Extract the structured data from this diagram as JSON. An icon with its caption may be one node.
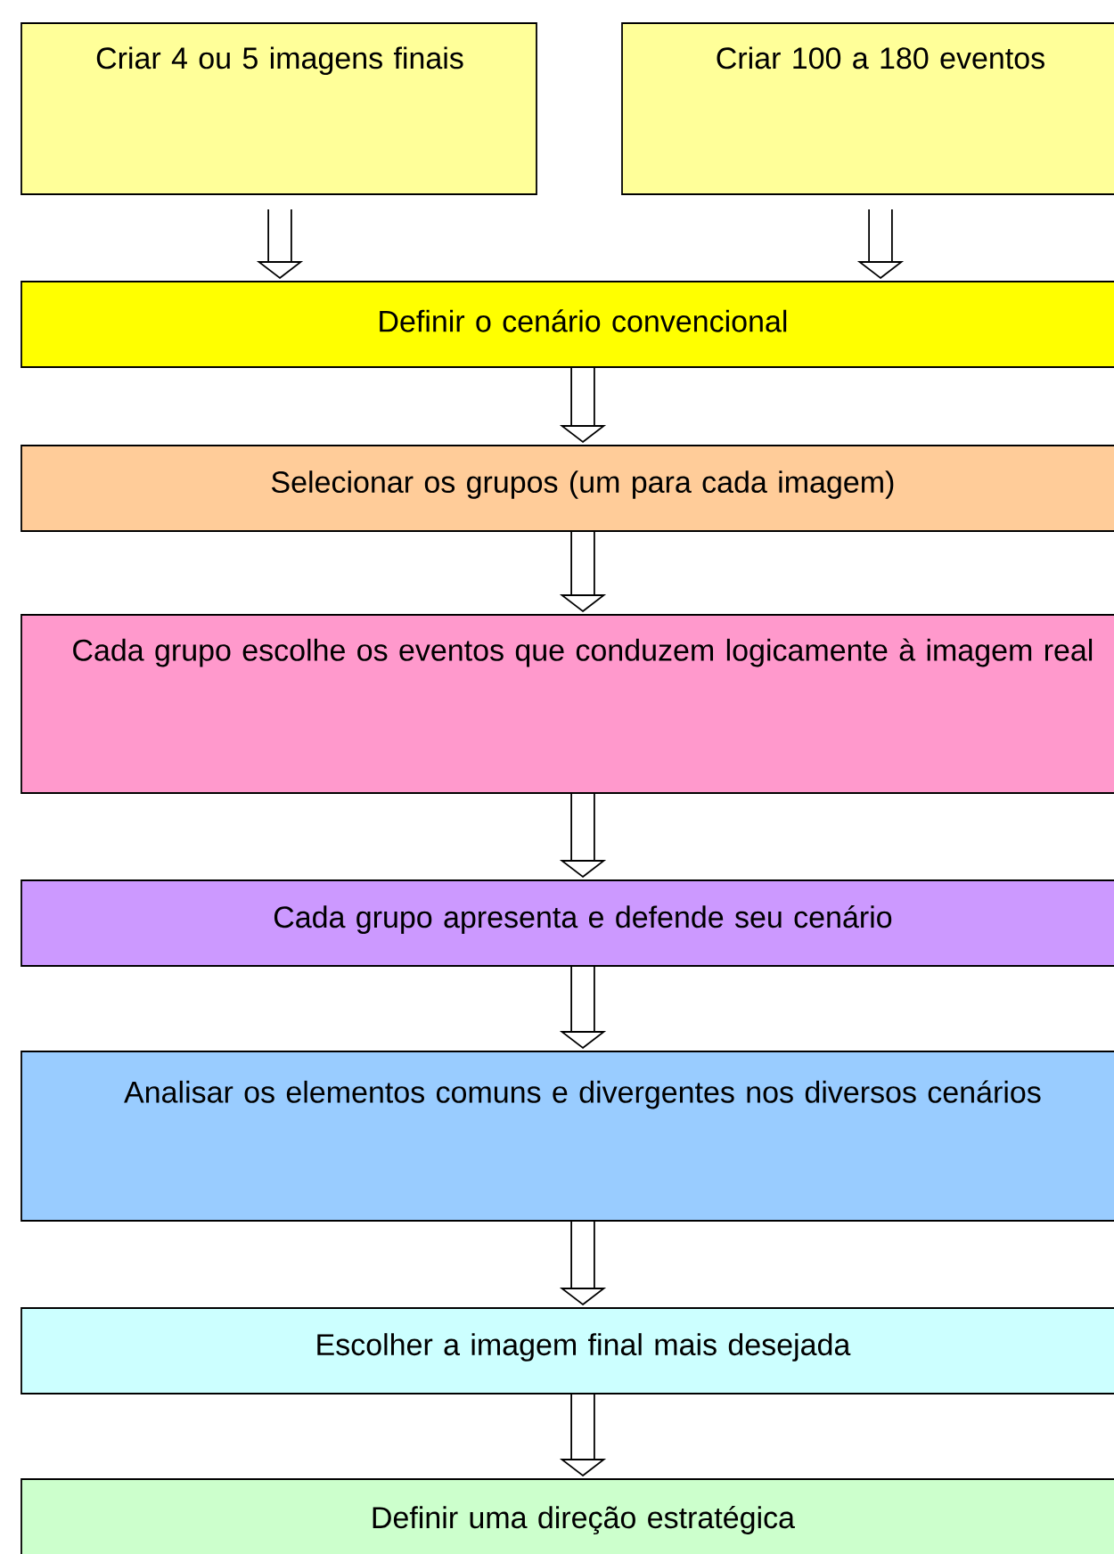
{
  "diagram": {
    "nodes": [
      {
        "text": [
          "Criar 4 ou 5 imagens finais"
        ]
      },
      {
        "text": [
          "Criar 100 a 180 eventos"
        ]
      },
      {
        "text": [
          "Definir o cenário convencional"
        ]
      },
      {
        "text": [
          "Selecionar os grupos (um para cada imagem)"
        ]
      },
      {
        "text": [
          "Cada grupo escolhe os eventos que conduzem logicamente à imagem real"
        ]
      },
      {
        "text": [
          "Cada grupo apresenta e defende seu cenário"
        ]
      },
      {
        "text": [
          "Analisar os elementos comuns e divergentes nos diversos cenários"
        ]
      },
      {
        "text": [
          "Escolher a imagem final mais desejada"
        ]
      },
      {
        "text": [
          "Definir uma direção estratégica"
        ]
      }
    ],
    "edges": [
      {
        "from": 0,
        "to": 2,
        "arrow": "to"
      },
      {
        "from": 1,
        "to": 2,
        "arrow": "to"
      },
      {
        "from": 2,
        "to": 3,
        "arrow": "to"
      },
      {
        "from": 3,
        "to": 4,
        "arrow": "to"
      },
      {
        "from": 4,
        "to": 5,
        "arrow": "to"
      },
      {
        "from": 5,
        "to": 6,
        "arrow": "to"
      },
      {
        "from": 6,
        "to": 7,
        "arrow": "to"
      },
      {
        "from": 7,
        "to": 8,
        "arrow": "to"
      }
    ]
  }
}
